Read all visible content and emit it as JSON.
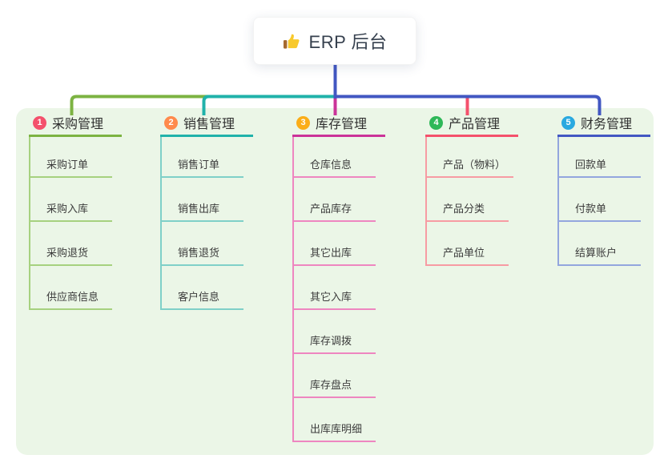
{
  "root": {
    "label": "ERP 后台",
    "icon": "thumbs-up-icon"
  },
  "connector": {
    "trunk_color": "#4257c2"
  },
  "branches": [
    {
      "num": "1",
      "label": "采购管理",
      "accent": "#7cb342",
      "light": "#a6d17f",
      "badge": "#f4516c",
      "children": [
        "采购订单",
        "采购入库",
        "采购退货",
        "供应商信息"
      ]
    },
    {
      "num": "2",
      "label": "销售管理",
      "accent": "#20b2aa",
      "light": "#7fd0c8",
      "badge": "#ff8a4c",
      "children": [
        "销售订单",
        "销售出库",
        "销售退货",
        "客户信息"
      ]
    },
    {
      "num": "3",
      "label": "库存管理",
      "accent": "#cb3399",
      "light": "#ee86c0",
      "badge": "#fbad18",
      "children": [
        "仓库信息",
        "产品库存",
        "其它出库",
        "其它入库",
        "库存调拨",
        "库存盘点",
        "出库库明细"
      ]
    },
    {
      "num": "4",
      "label": "产品管理",
      "accent": "#f4516c",
      "light": "#f79ba3",
      "badge": "#2eb858",
      "children": [
        "产品（物料）",
        "产品分类",
        "产品单位"
      ]
    },
    {
      "num": "5",
      "label": "财务管理",
      "accent": "#4257c2",
      "light": "#93a6de",
      "badge": "#29a9e0",
      "children": [
        "回款单",
        "付款单",
        "结算账户"
      ]
    }
  ]
}
